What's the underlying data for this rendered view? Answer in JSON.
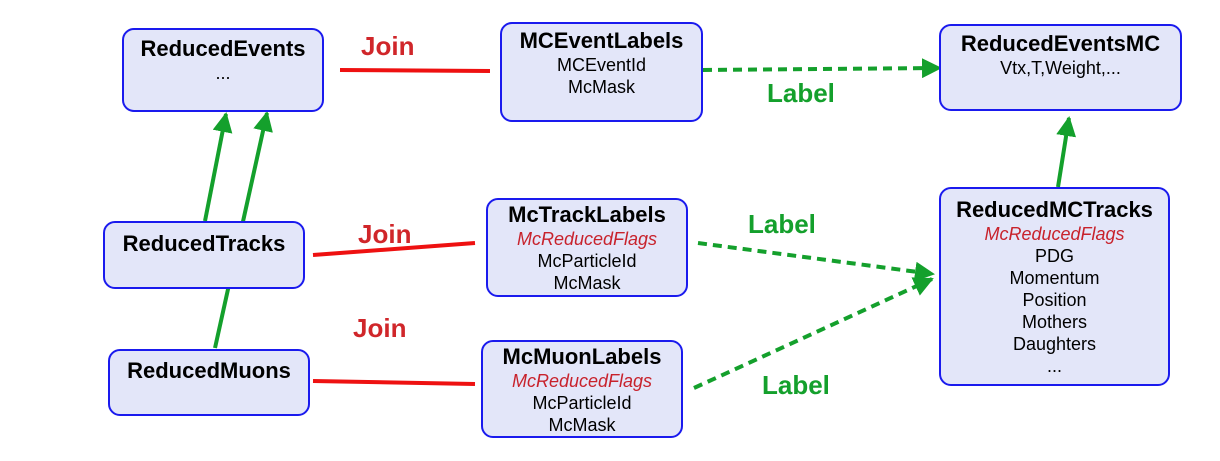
{
  "nodes": {
    "reduced_events": {
      "title": "ReducedEvents",
      "lines": [
        "..."
      ]
    },
    "mc_event_labels": {
      "title": "MCEventLabels",
      "lines": [
        "MCEventId",
        "McMask"
      ]
    },
    "reduced_events_mc": {
      "title": "ReducedEventsMC",
      "lines": [
        "Vtx,T,Weight,..."
      ]
    },
    "reduced_tracks": {
      "title": "ReducedTracks"
    },
    "mc_track_labels": {
      "title": "McTrackLabels",
      "flag": "McReducedFlags",
      "lines": [
        "McParticleId",
        "McMask"
      ]
    },
    "reduced_mc_tracks": {
      "title": "ReducedMCTracks",
      "flag": "McReducedFlags",
      "lines": [
        "PDG",
        "Momentum",
        "Position",
        "Mothers",
        "Daughters",
        "..."
      ]
    },
    "reduced_muons": {
      "title": "ReducedMuons"
    },
    "mc_muon_labels": {
      "title": "McMuonLabels",
      "flag": "McReducedFlags",
      "lines": [
        "McParticleId",
        "McMask"
      ]
    }
  },
  "edge_labels": {
    "join_events": "Join",
    "join_tracks": "Join",
    "join_muons": "Join",
    "label_events": "Label",
    "label_tracks": "Label",
    "label_muons": "Label"
  },
  "colors": {
    "node_fill": "#e3e6f9",
    "node_border": "#1a1aee",
    "join": "#ee1111",
    "label": "#14a02c",
    "flag_text": "#c8222c"
  }
}
